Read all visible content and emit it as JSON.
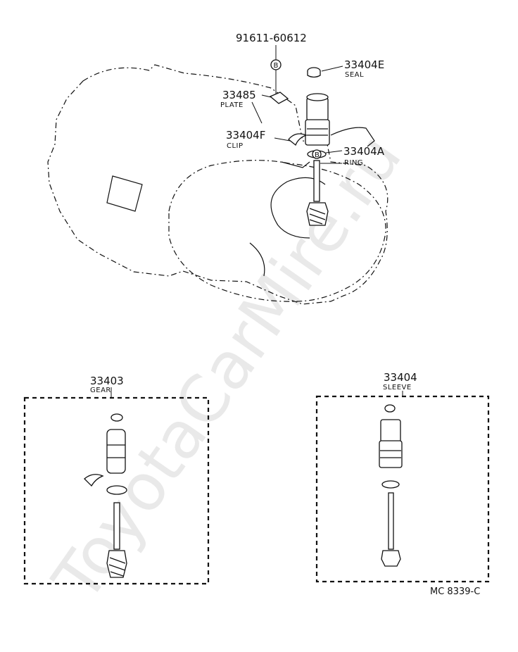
{
  "parts": {
    "bolt": {
      "number": "91611-60612",
      "marker": "B"
    },
    "seal": {
      "number": "33404E",
      "name": "SEAL"
    },
    "plate": {
      "number": "33485",
      "name": "PLATE"
    },
    "clip": {
      "number": "33404F",
      "name": "CLIP"
    },
    "ring": {
      "number": "33404A",
      "name": "RING",
      "marker": "B"
    }
  },
  "assemblies": {
    "gear": {
      "number": "33403",
      "name": "GEAR"
    },
    "sleeve": {
      "number": "33404",
      "name": "SLEEVE"
    }
  },
  "diagram_code": "MC 8339-C",
  "watermark": "ToyotaCarMire.ru"
}
